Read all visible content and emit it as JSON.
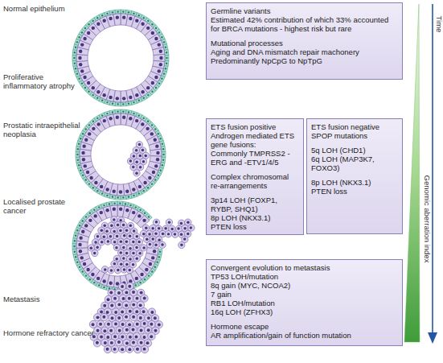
{
  "diagram": {
    "nodes": [
      {
        "text": [
          "Germline variants",
          "Estimated 42% contribution of which 33% accounted for BRCA mutations - highest risk but rare",
          "Mutational processes",
          "Aging and DNA mismatch repair machonery",
          "Predominantly NpCpG to NpTpG"
        ]
      },
      {
        "text": [
          "ETS fusion positive",
          "Androgen mediated ETS gene fusions:",
          "Commonly TMPRSS2 -ERG and -ETV1/4/5",
          "Complex chromosomal re-arrangements",
          "3p14 LOH (FOXP1, RYBP, SHQ1)",
          "8p LOH (NKX3.1)",
          "PTEN loss"
        ]
      },
      {
        "text": [
          "ETS fusion negative",
          "SPOP mutations",
          "5q LOH (CHD1)",
          "6q LOH (MAP3K7, FOXO3)",
          "8p LOH (NKX3.1)",
          "PTEN loss"
        ]
      },
      {
        "text": [
          "Convergent evolution to metastasis",
          "TP53 LOH/mutation",
          "8q gain (MYC, NCOA2)",
          "7 gain",
          "RB1 LOH/mutation",
          "16q LOH (ZFHX3)",
          "Hormone escape",
          "AR amplification/gain of function mutation"
        ]
      }
    ],
    "labels": [
      "Normal epithelium",
      "Proliferative inflammatory atrophy",
      "Prostatic intraepithelial neoplasia",
      "Localised prostate cancer",
      "Metastasis",
      "Hormone refractory cancer",
      "Genomic aberration index",
      "Time"
    ]
  }
}
